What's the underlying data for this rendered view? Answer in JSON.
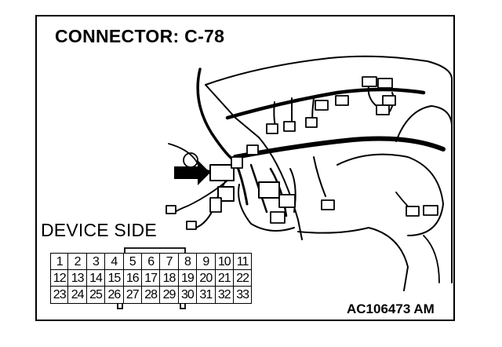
{
  "diagram": {
    "title": "CONNECTOR: C-78",
    "device_side_label": "DEVICE SIDE",
    "figure_code": "AC106473 AM"
  },
  "connector": {
    "rows": [
      [
        "1",
        "2",
        "3",
        "4",
        "5",
        "6",
        "7",
        "8",
        "9",
        "10",
        "11"
      ],
      [
        "12",
        "13",
        "14",
        "15",
        "16",
        "17",
        "18",
        "19",
        "20",
        "21",
        "22"
      ],
      [
        "23",
        "24",
        "25",
        "26",
        "27",
        "28",
        "29",
        "30",
        "31",
        "32",
        "33"
      ]
    ]
  },
  "colors": {
    "line": "#000000",
    "background": "#ffffff"
  },
  "icons": {
    "pointer": "arrow-right-icon"
  }
}
